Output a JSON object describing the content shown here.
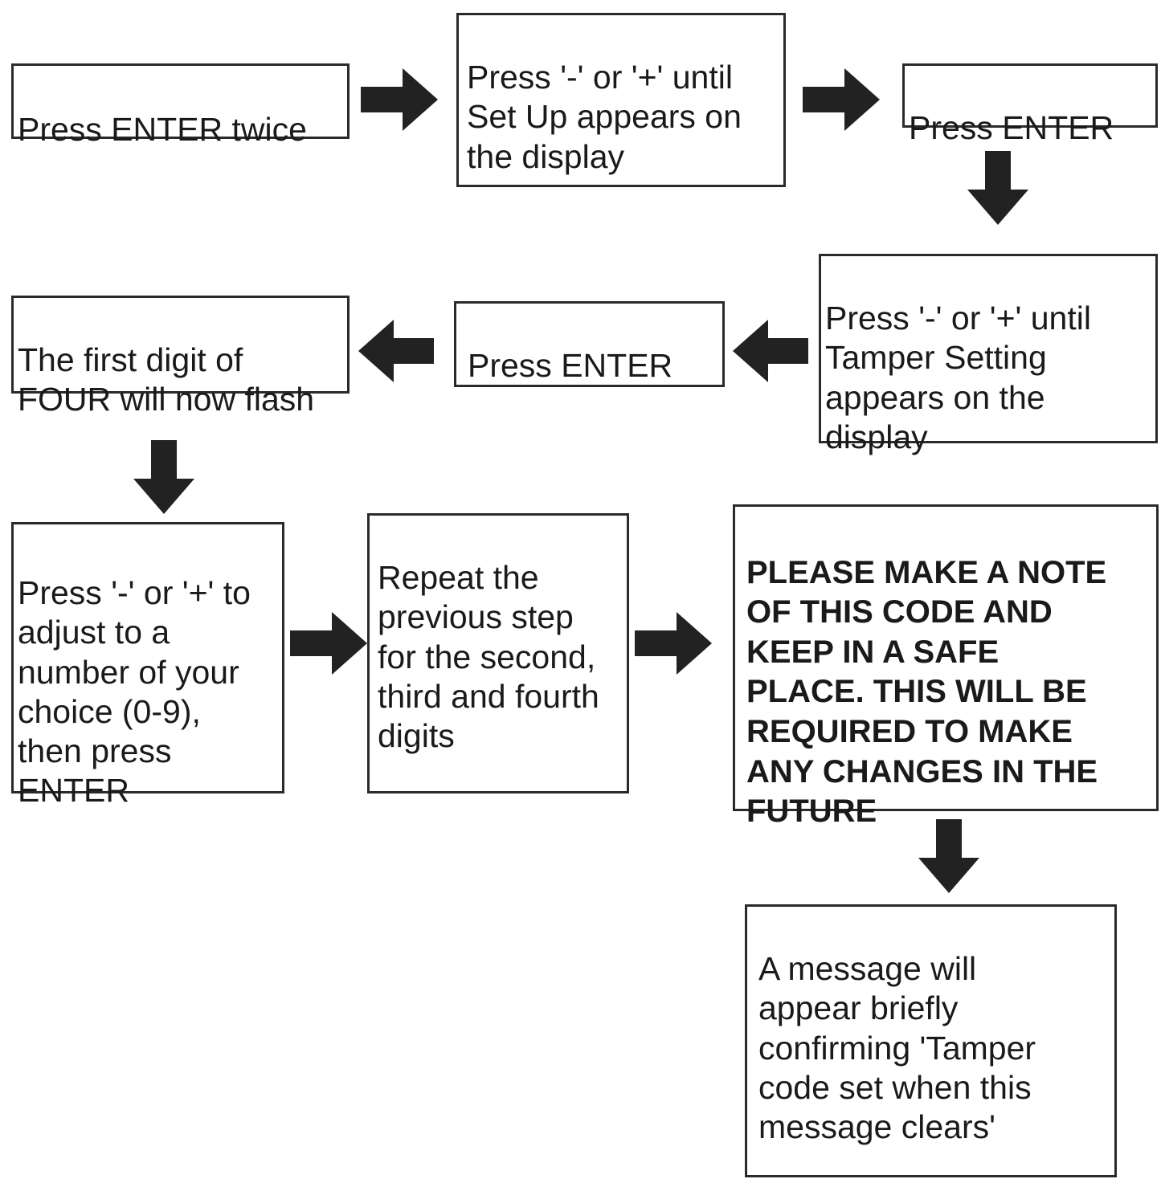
{
  "steps": {
    "step1": "Press ENTER twice",
    "step2": "Press '-' or '+' until\nSet Up appears on\nthe display",
    "step3": "Press ENTER",
    "step4": "Press '-' or '+' until\nTamper Setting\nappears on the\ndisplay",
    "step5": "Press ENTER",
    "step6": "The first digit of\nFOUR will now flash",
    "step7": "Press '-' or '+' to\nadjust to a\nnumber of your\nchoice (0-9),\nthen press\nENTER",
    "step8": "Repeat the\nprevious step\nfor the second,\nthird and fourth\ndigits",
    "step9": "PLEASE MAKE A NOTE\nOF THIS CODE AND\nKEEP IN A SAFE\nPLACE. THIS WILL BE\nREQUIRED TO MAKE\nANY CHANGES IN THE\nFUTURE",
    "step10": "A message will\nappear briefly\nconfirming 'Tamper\ncode set when this\nmessage clears'"
  },
  "colors": {
    "arrow": "#222222",
    "border": "#2a2a2a"
  }
}
